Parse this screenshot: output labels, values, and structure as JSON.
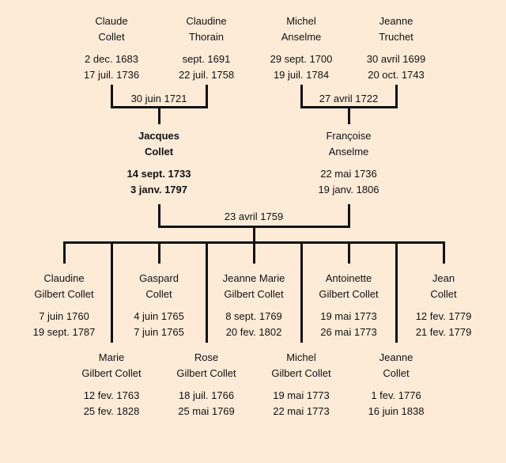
{
  "grandparents": [
    {
      "first": "Claude",
      "last": "Collet",
      "birth": "2 dec. 1683",
      "death": "17 juil. 1736"
    },
    {
      "first": "Claudine",
      "last": "Thorain",
      "birth": "sept. 1691",
      "death": "22 juil. 1758"
    },
    {
      "first": "Michel",
      "last": "Anselme",
      "birth": "29 sept. 1700",
      "death": "19 juil. 1784"
    },
    {
      "first": "Jeanne",
      "last": "Truchet",
      "birth": "30 avril 1699",
      "death": "20 oct. 1743"
    }
  ],
  "grandparent_marriages": [
    "30 juin 1721",
    "27 avril 1722"
  ],
  "parents": [
    {
      "first": "Jacques",
      "last": "Collet",
      "birth": "14 sept. 1733",
      "death": "3 janv. 1797"
    },
    {
      "first": "Françoise",
      "last": "Anselme",
      "birth": "22 mai 1736",
      "death": "19 janv. 1806"
    }
  ],
  "parent_marriage": "23 avril 1759",
  "children": [
    {
      "first": "Claudine",
      "last": "Gilbert Collet",
      "birth": "7 juin 1760",
      "death": "19 sept. 1787"
    },
    {
      "first": "Marie",
      "last": "Gilbert Collet",
      "birth": "12 fev. 1763",
      "death": "25 fev. 1828"
    },
    {
      "first": "Gaspard",
      "last": "Collet",
      "birth": "4 juin 1765",
      "death": "7 juin 1765"
    },
    {
      "first": "Rose",
      "last": "Gilbert Collet",
      "birth": "18 juil. 1766",
      "death": "25 mai 1769"
    },
    {
      "first": "Jeanne Marie",
      "last": "Gilbert Collet",
      "birth": "8 sept. 1769",
      "death": "20 fev. 1802"
    },
    {
      "first": "Michel",
      "last": "Gilbert Collet",
      "birth": "19 mai 1773",
      "death": "22 mai 1773"
    },
    {
      "first": "Antoinette",
      "last": "Gilbert Collet",
      "birth": "19 mai 1773",
      "death": "26 mai 1773"
    },
    {
      "first": "Jeanne",
      "last": "Collet",
      "birth": "1 fev. 1776",
      "death": "16 juin 1838"
    },
    {
      "first": "Jean",
      "last": "Collet",
      "birth": "12 fev. 1779",
      "death": "21 fev. 1779"
    }
  ]
}
